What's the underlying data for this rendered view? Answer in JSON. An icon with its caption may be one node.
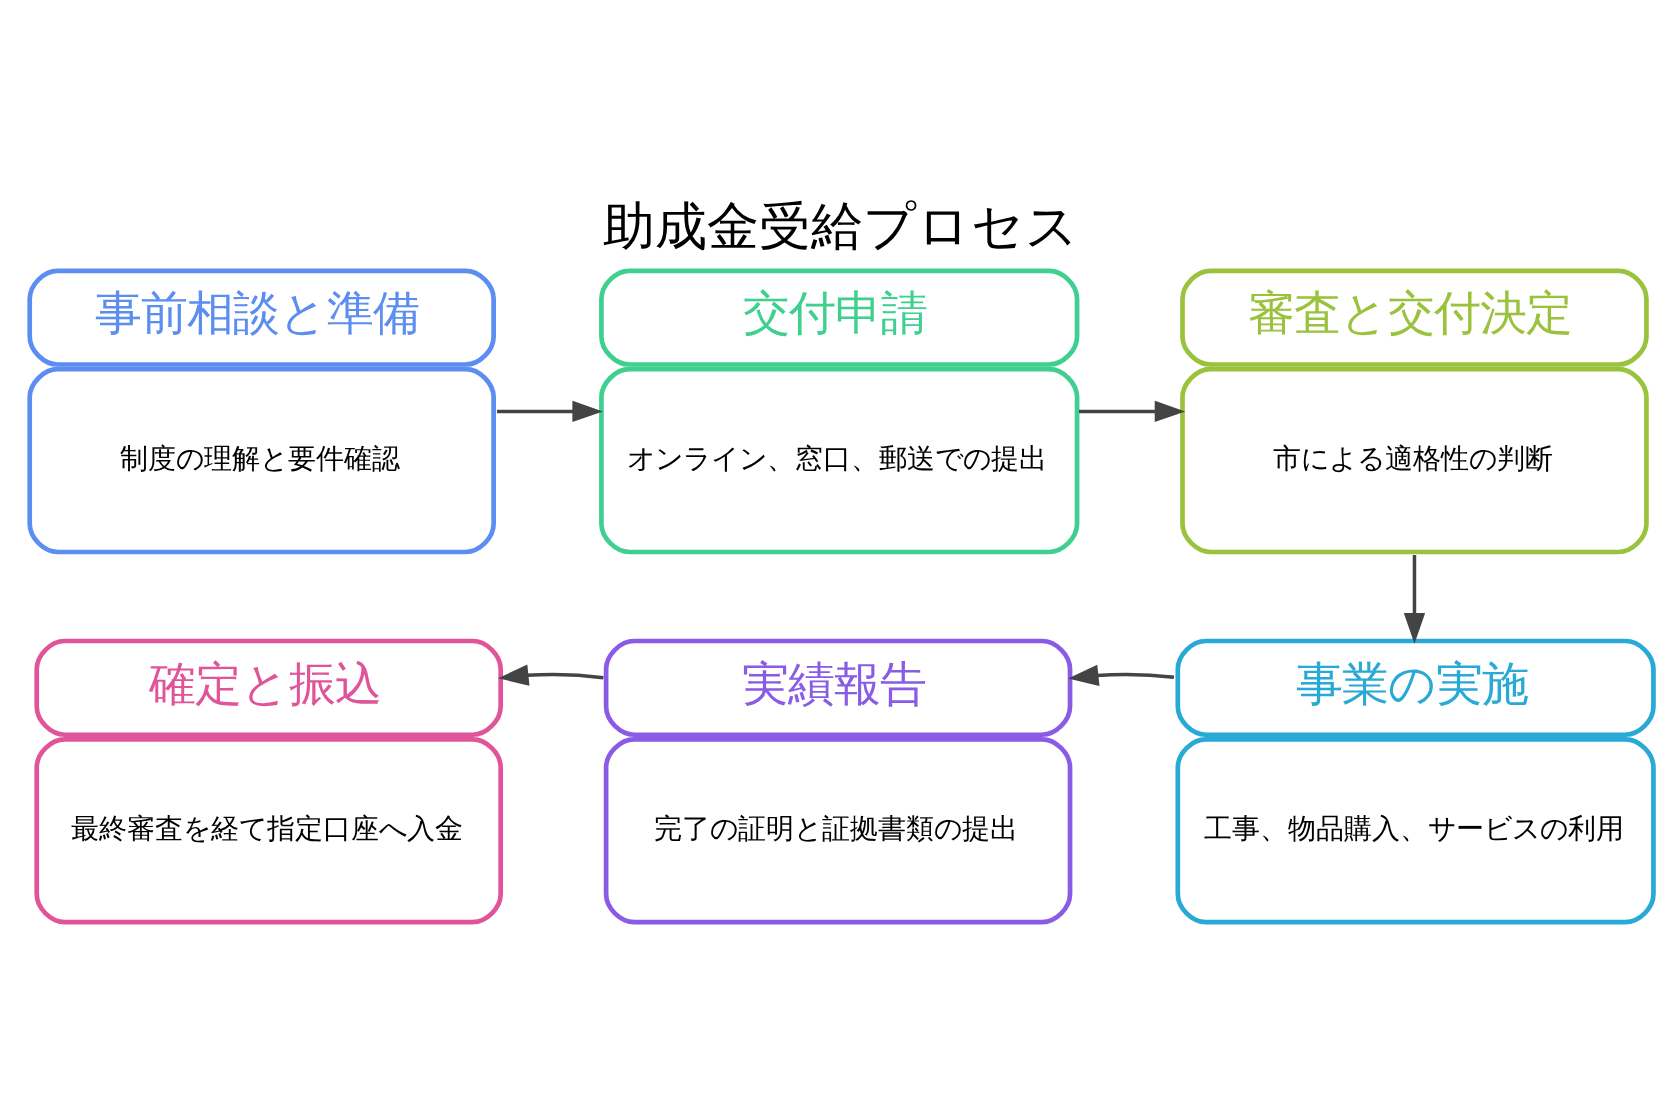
{
  "diagram": {
    "title": "助成金受給プロセス",
    "nodes": [
      {
        "text": [
          "事前相談と準備",
          "制度の理解と要件確認"
        ]
      },
      {
        "text": [
          "交付申請",
          "オンライン、窓口、郵送での提出"
        ]
      },
      {
        "text": [
          "審査と交付決定",
          "市による適格性の判断"
        ]
      },
      {
        "text": [
          "事業の実施",
          "工事、物品購入、サービスの利用"
        ]
      },
      {
        "text": [
          "実績報告",
          "完了の証明と証拠書類の提出"
        ]
      },
      {
        "text": [
          "確定と振込",
          "最終審査を経て指定口座へ入金"
        ]
      }
    ],
    "edges": [
      {
        "from": 0,
        "to": 1,
        "arrow": "to"
      },
      {
        "from": 1,
        "to": 2,
        "arrow": "to"
      },
      {
        "from": 2,
        "to": 3,
        "arrow": "to"
      },
      {
        "from": 3,
        "to": 4,
        "arrow": "to"
      },
      {
        "from": 4,
        "to": 5,
        "arrow": "to"
      }
    ]
  }
}
